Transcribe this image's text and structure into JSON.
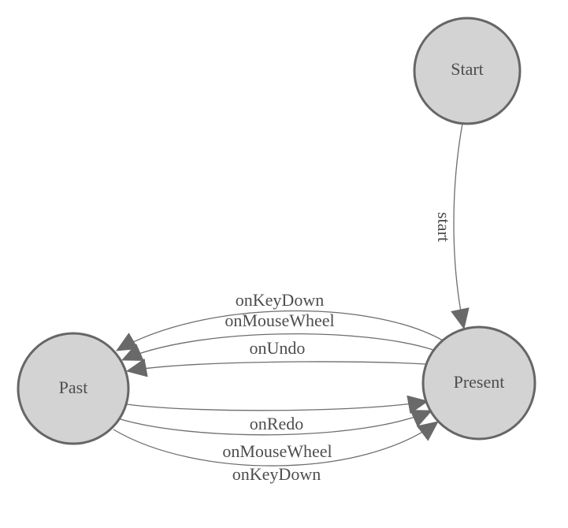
{
  "diagram": {
    "type": "state-machine",
    "colors": {
      "background": "#ffffff",
      "node_fill": "#d3d3d3",
      "node_stroke": "#666666",
      "edge_stroke": "#6e6e6e",
      "arrow_fill": "#696969",
      "label_color": "#4d4d4d"
    },
    "nodes": [
      {
        "id": "start",
        "label": "Start"
      },
      {
        "id": "present",
        "label": "Present"
      },
      {
        "id": "past",
        "label": "Past"
      }
    ],
    "edges": {
      "start_to_present": {
        "label": "start"
      },
      "present_to_past": [
        {
          "label": "onKeyDown"
        },
        {
          "label": "onMouseWheel"
        },
        {
          "label": "onUndo"
        }
      ],
      "past_to_present": [
        {
          "label": "onRedo"
        },
        {
          "label": "onMouseWheel"
        },
        {
          "label": "onKeyDown"
        }
      ]
    }
  }
}
